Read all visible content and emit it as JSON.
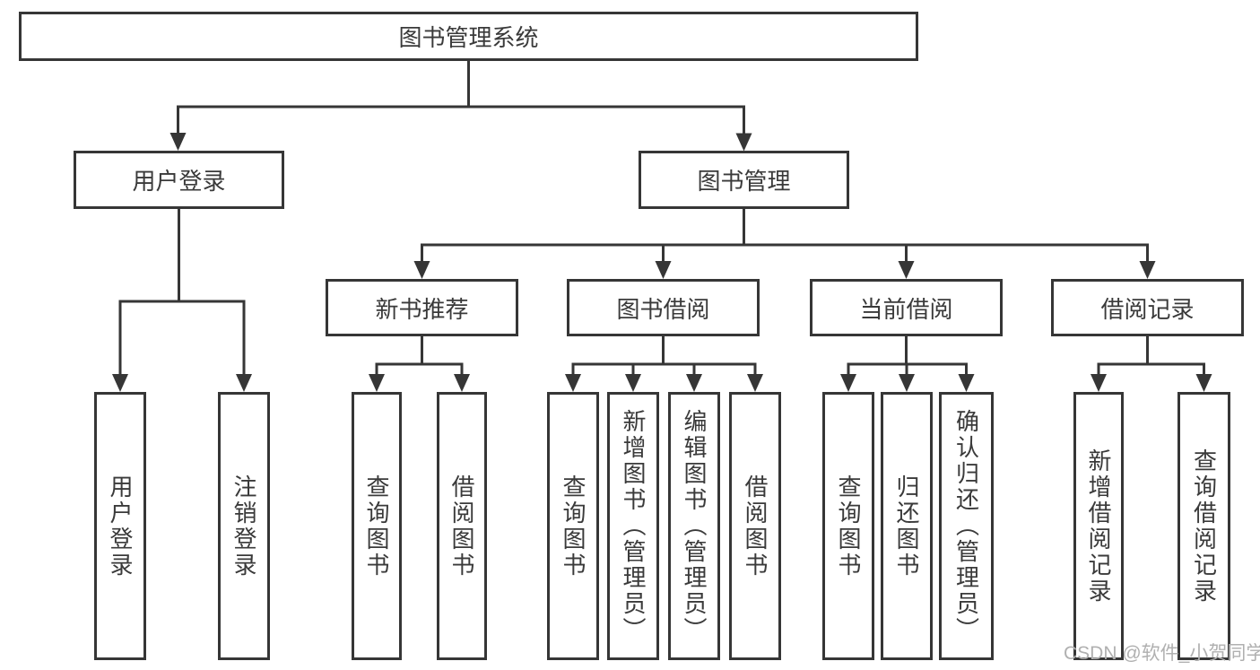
{
  "diagram": {
    "root": {
      "label": "图书管理系统"
    },
    "branches": [
      {
        "label": "用户登录",
        "children": [
          {
            "label": "用户登录"
          },
          {
            "label": "注销登录"
          }
        ]
      },
      {
        "label": "图书管理",
        "children": [
          {
            "label": "新书推荐",
            "children": [
              {
                "label": "查询图书"
              },
              {
                "label": "借阅图书"
              }
            ]
          },
          {
            "label": "图书借阅",
            "children": [
              {
                "label": "查询图书"
              },
              {
                "label": "新增图书（管理员）"
              },
              {
                "label": "编辑图书（管理员）"
              },
              {
                "label": "借阅图书"
              }
            ]
          },
          {
            "label": "当前借阅",
            "children": [
              {
                "label": "查询图书"
              },
              {
                "label": "归还图书"
              },
              {
                "label": "确认归还（管理员）"
              }
            ]
          },
          {
            "label": "借阅记录",
            "children": [
              {
                "label": "新增借阅记录"
              },
              {
                "label": "查询借阅记录"
              }
            ]
          }
        ]
      }
    ]
  },
  "watermark": {
    "text": "CSDN @软件_小贺同学"
  },
  "colors": {
    "line": "#363636",
    "box_border": "#363636",
    "text": "#3a3a3a",
    "background": "#ffffff",
    "watermark": "#b0b0b0"
  }
}
